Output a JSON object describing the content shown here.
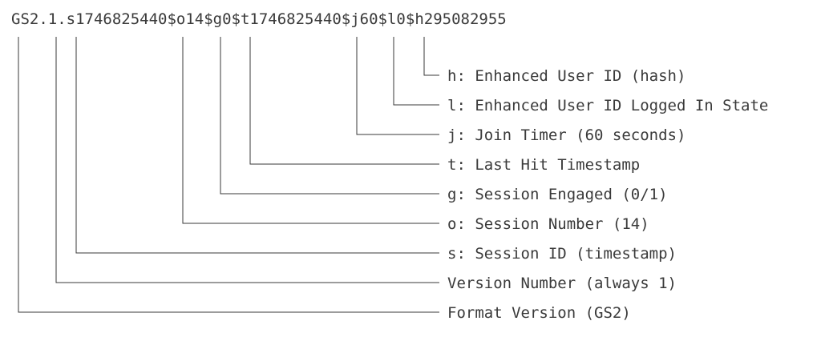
{
  "cookie_string": "GS2.1.s1746825440$o14$g0$t1746825440$j60$l0$h295082955",
  "fields": [
    {
      "key": "h",
      "label": "h: Enhanced User ID (hash)"
    },
    {
      "key": "l",
      "label": "l: Enhanced User ID Logged In State"
    },
    {
      "key": "j",
      "label": "j: Join Timer (60 seconds)"
    },
    {
      "key": "t",
      "label": "t: Last Hit Timestamp"
    },
    {
      "key": "g",
      "label": "g: Session Engaged (0/1)"
    },
    {
      "key": "o",
      "label": "o: Session Number (14)"
    },
    {
      "key": "s",
      "label": "s: Session ID (timestamp)"
    },
    {
      "key": "version",
      "label": "Version Number (always 1)"
    },
    {
      "key": "format",
      "label": "Format Version (GS2)"
    }
  ]
}
